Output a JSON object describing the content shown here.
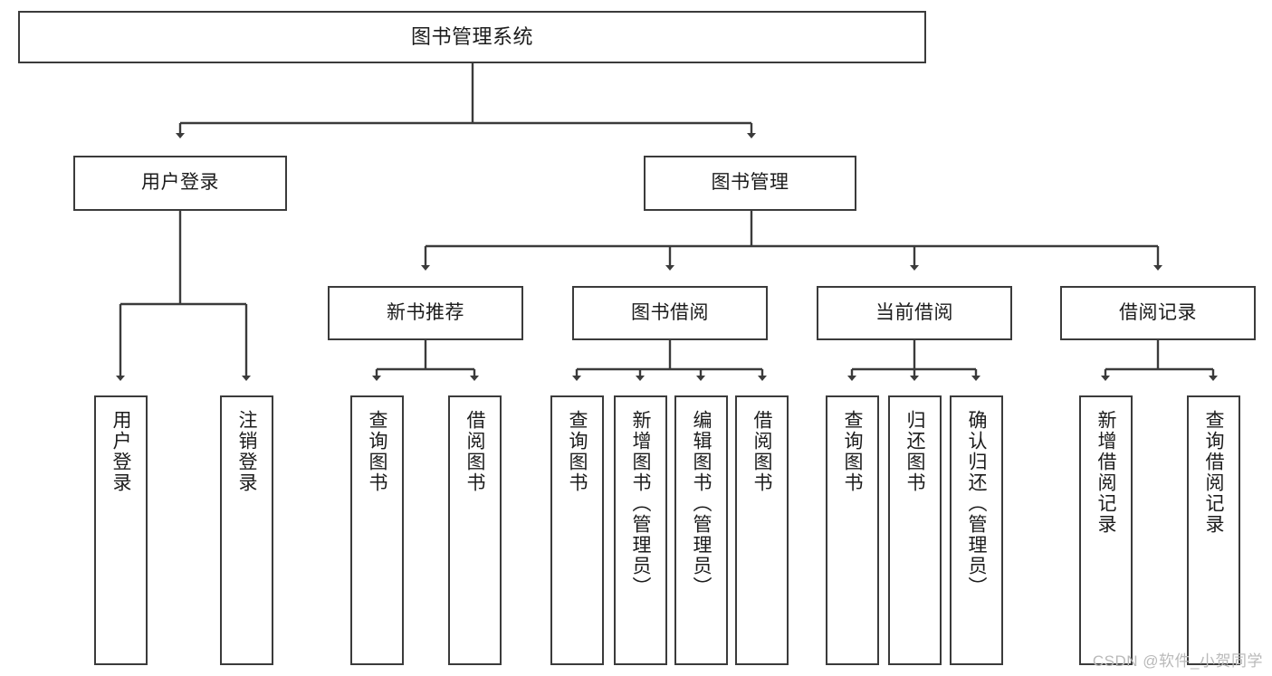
{
  "diagram": {
    "type": "tree-hierarchy",
    "title": "图书管理系统",
    "orientation": "top-down",
    "watermark": "CSDN @软件_小贺同学",
    "colors": {
      "box_border": "#3b3b3b",
      "box_fill": "#ffffff",
      "connector": "#3b3b3b",
      "text": "#1c1c1c",
      "watermark": "#b9b9b9"
    },
    "nodes": {
      "root": {
        "label": "图书管理系统",
        "level": 1
      },
      "level2": [
        {
          "label": "用户登录",
          "level": 2
        },
        {
          "label": "图书管理",
          "level": 2
        }
      ],
      "level3": [
        {
          "label": "新书推荐",
          "level": 3
        },
        {
          "label": "图书借阅",
          "level": 3
        },
        {
          "label": "当前借阅",
          "level": 3
        },
        {
          "label": "借阅记录",
          "level": 3
        }
      ],
      "leaves": {
        "user_login": [
          {
            "label": "用户登录"
          },
          {
            "label": "注销登录"
          }
        ],
        "new_book_recommend": [
          {
            "label": "查询图书"
          },
          {
            "label": "借阅图书"
          }
        ],
        "book_borrow": [
          {
            "label": "查询图书"
          },
          {
            "label": "新增图书（管理员）"
          },
          {
            "label": "编辑图书（管理员）"
          },
          {
            "label": "借阅图书"
          }
        ],
        "current_borrow": [
          {
            "label": "查询图书"
          },
          {
            "label": "归还图书"
          },
          {
            "label": "确认归还（管理员）"
          }
        ],
        "borrow_record": [
          {
            "label": "新增借阅记录"
          },
          {
            "label": "查询借阅记录"
          }
        ]
      }
    }
  }
}
